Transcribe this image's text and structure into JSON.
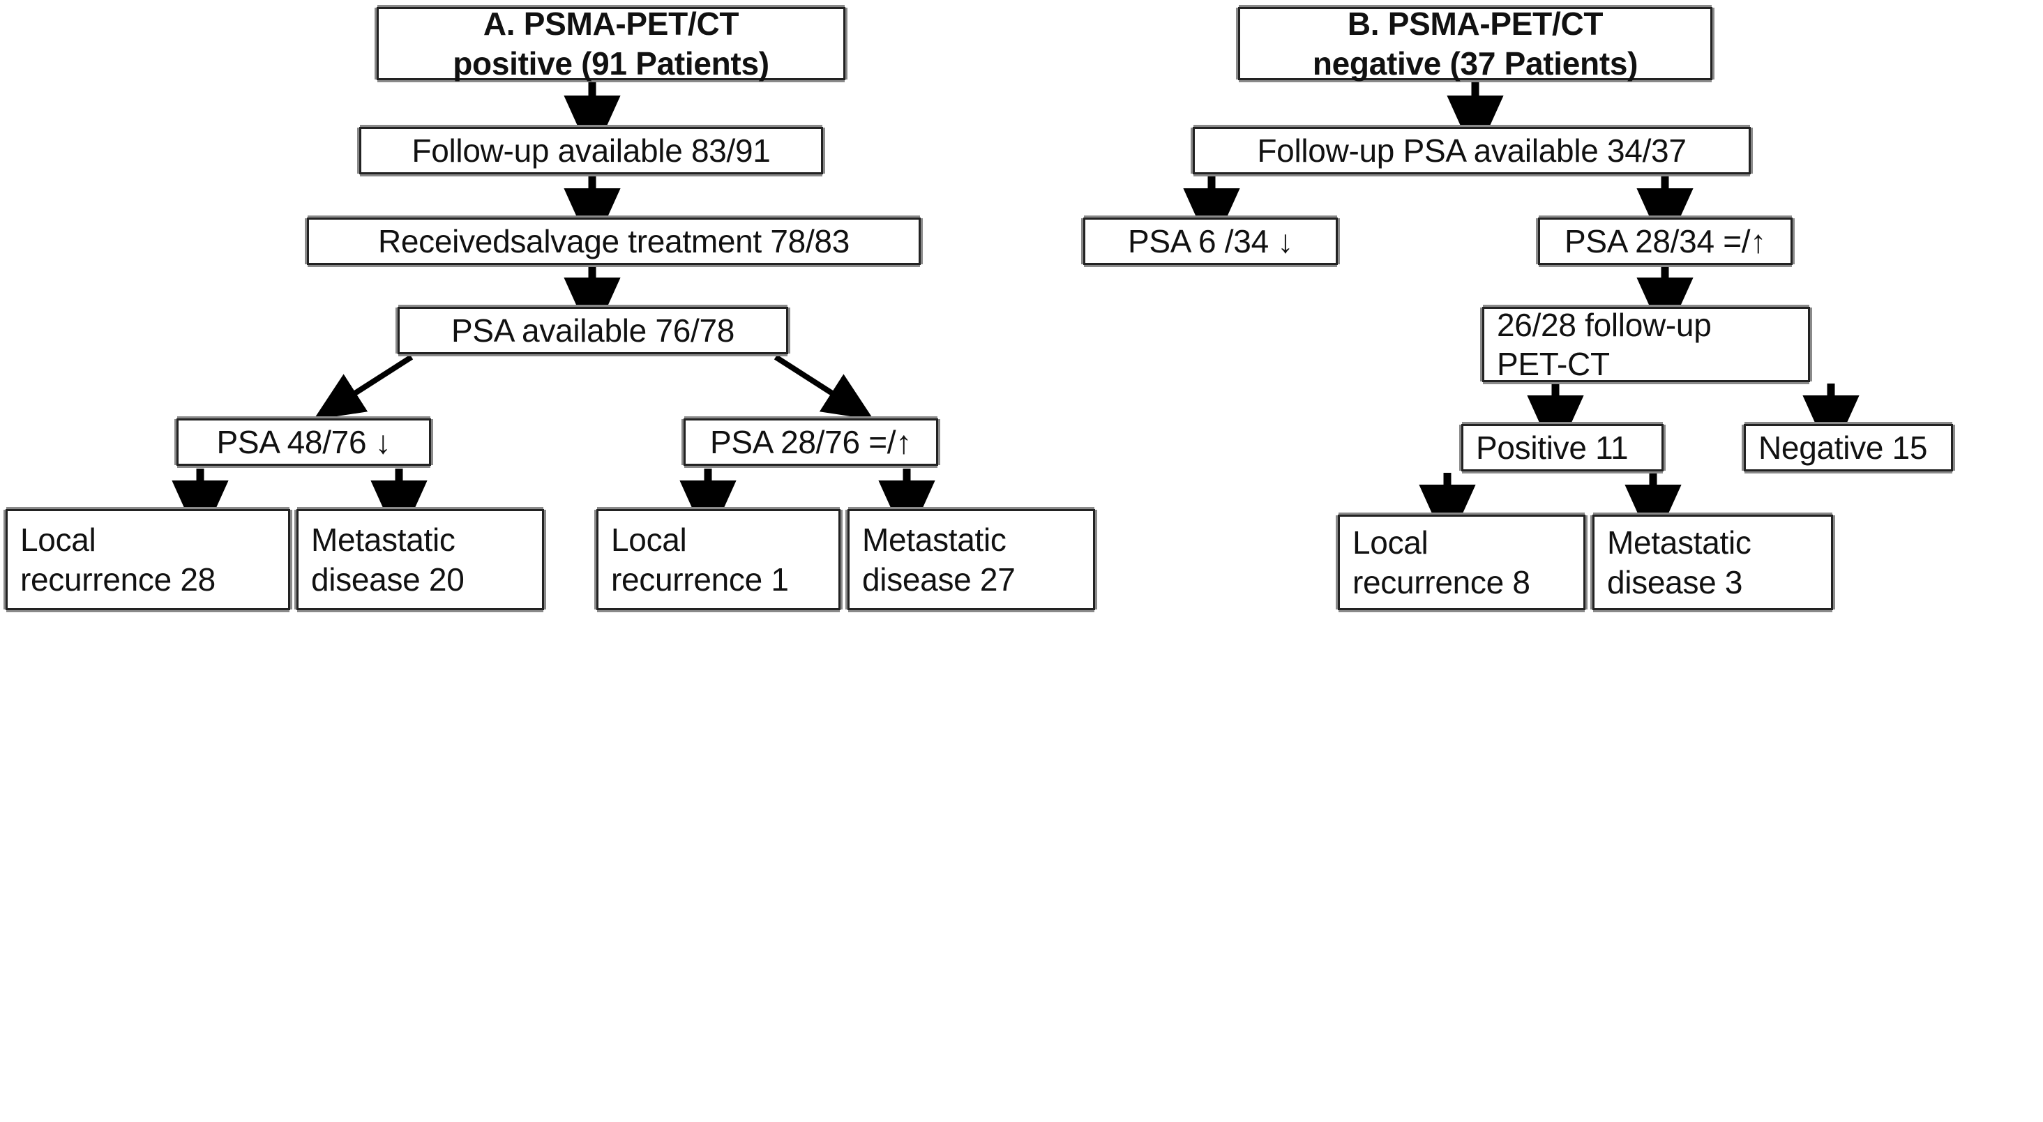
{
  "diagram": {
    "type": "flowchart",
    "title_a": "A. PSMA-PET/CT positive (91 Patients)",
    "title_b": "B. PSMA-PET/CT negative (37 Patients)",
    "branches": {
      "A": {
        "root_line1": "A. PSMA-PET/CT",
        "root_line2": "positive (91 Patients)",
        "followup": "Follow-up available 83/91",
        "salvage": "Receivedsalvage treatment 78/83",
        "psa_available": "PSA available 76/78",
        "psa_down": "PSA 48/76  ↓",
        "psa_up": "PSA 28/76 =/↑",
        "down_local_l1": "Local",
        "down_local_l2": "recurrence 28",
        "down_met_l1": "Metastatic",
        "down_met_l2": "disease 20",
        "up_local_l1": "Local",
        "up_local_l2": "recurrence 1",
        "up_met_l1": "Metastatic",
        "up_met_l2": "disease 27"
      },
      "B": {
        "root_line1": "B. PSMA-PET/CT",
        "root_line2": "negative (37 Patients)",
        "followup": "Follow-up PSA available 34/37",
        "psa_down": "PSA 6 /34   ↓",
        "psa_up": "PSA 28/34 =/↑",
        "pet_l1": "26/28  follow-up",
        "pet_l2": "PET-CT",
        "positive": "Positive 11",
        "negative": "Negative 15",
        "local_l1": "Local",
        "local_l2": "recurrence 8",
        "met_l1": "Metastatic",
        "met_l2": "disease 3"
      }
    },
    "counts": {
      "a_total_patients": 91,
      "a_followup": 83,
      "a_salvage": 78,
      "a_psa_available": 76,
      "a_psa_decline": 48,
      "a_psa_stable_or_rise": 28,
      "a_decline_local_recurrence": 28,
      "a_decline_metastatic": 20,
      "a_rise_local_recurrence": 1,
      "a_rise_metastatic": 27,
      "b_total_patients": 37,
      "b_followup_psa": 34,
      "b_psa_decline": 6,
      "b_psa_stable_or_rise": 28,
      "b_followup_petct": 26,
      "b_petct_positive": 11,
      "b_petct_negative": 15,
      "b_local_recurrence": 8,
      "b_metastatic": 3
    },
    "colors": {
      "box_border": "#222222",
      "box_shadow": "#8a8a8a",
      "arrow": "#000000",
      "text": "#111111",
      "background": "#ffffff"
    },
    "symbols": {
      "down_arrow": "↓",
      "up_arrow": "↑",
      "equals": "="
    }
  }
}
